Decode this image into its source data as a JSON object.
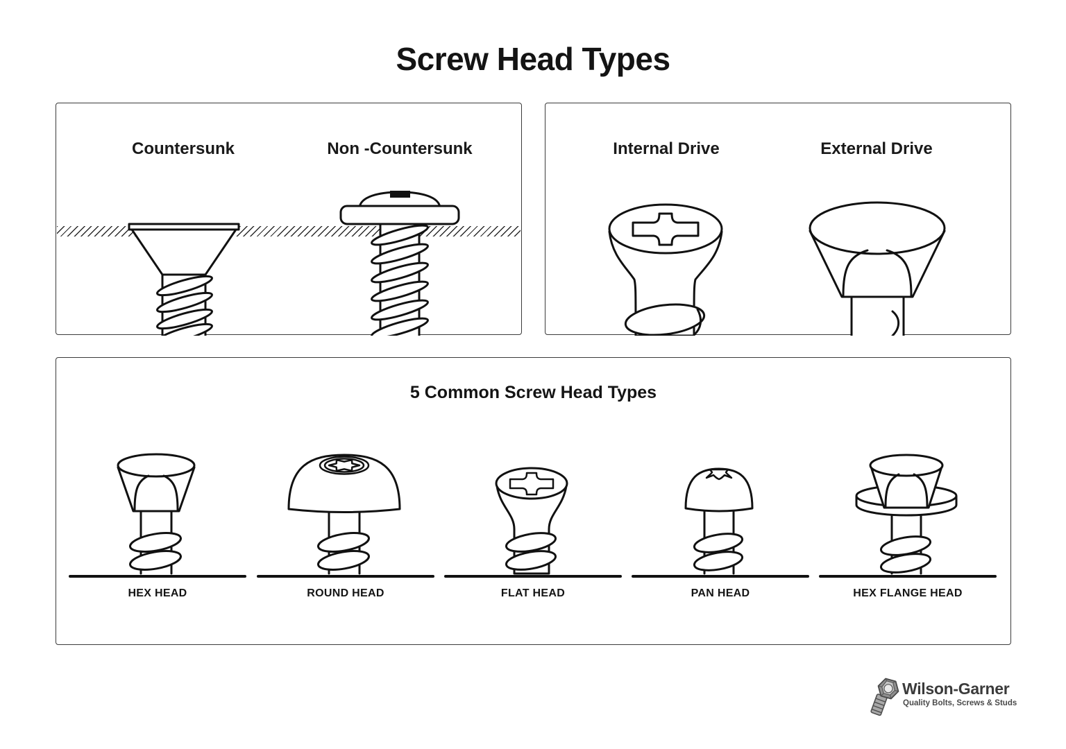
{
  "page": {
    "title": "Screw Head Types",
    "background": "#ffffff",
    "ink": "#111111",
    "panel_border": "#3a3a3a"
  },
  "countersink_panel": {
    "left_label": "Countersunk",
    "right_label": "Non -Countersunk",
    "icons": [
      "countersunk-screw",
      "non-countersunk-screw"
    ]
  },
  "drive_panel": {
    "left_label": "Internal Drive",
    "right_label": "External Drive",
    "icons": [
      "phillips-flat-head-screw",
      "hex-bolt-head"
    ]
  },
  "common_panel": {
    "title": "5 Common Screw Head Types",
    "items": [
      {
        "label": "HEX HEAD",
        "icon": "hex-head-screw"
      },
      {
        "label": "ROUND HEAD",
        "icon": "round-head-screw"
      },
      {
        "label": "FLAT HEAD",
        "icon": "flat-head-screw"
      },
      {
        "label": "PAN HEAD",
        "icon": "pan-head-screw"
      },
      {
        "label": "HEX FLANGE HEAD",
        "icon": "hex-flange-head-screw"
      }
    ]
  },
  "logo": {
    "name": "Wilson-Garner",
    "tagline": "Quality Bolts, Screws & Studs",
    "icon": "bolt-logo-icon"
  }
}
